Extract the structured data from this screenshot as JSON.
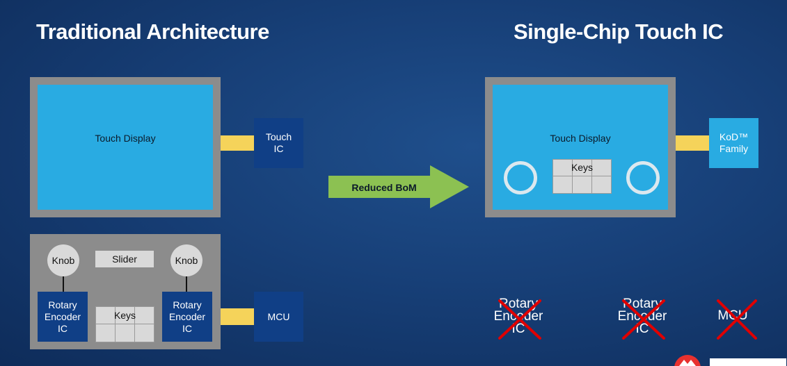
{
  "titles": {
    "left": "Traditional Architecture",
    "right": "Single-Chip Touch IC"
  },
  "traditional": {
    "touch_display": "Touch Display",
    "touch_ic_line1": "Touch",
    "touch_ic_line2": "IC",
    "knob_left": "Knob",
    "knob_right": "Knob",
    "slider": "Slider",
    "keys": "Keys",
    "encoder_left": [
      "Rotary",
      "Encoder",
      "IC"
    ],
    "encoder_right": [
      "Rotary",
      "Encoder",
      "IC"
    ],
    "mcu": "MCU"
  },
  "arrow": {
    "label": "Reduced BoM"
  },
  "single_chip": {
    "touch_display": "Touch Display",
    "keys": "Keys",
    "kod_line1": "KoD™",
    "kod_line2": "Family"
  },
  "removed": {
    "encoder_a": [
      "Rotary",
      "Encoder",
      "IC"
    ],
    "encoder_b": [
      "Rotary",
      "Encoder",
      "IC"
    ],
    "mcu": "MCU"
  },
  "colors": {
    "background": "#173f77",
    "screen": "#29abe2",
    "frame": "#8c8c8c",
    "chip_dark": "#103f86",
    "connector": "#f5d35a",
    "arrow": "#8cc152",
    "cross": "#e00000",
    "logo": "#e8312f"
  },
  "icons": [
    "x-mark-icon",
    "arrow-right-icon",
    "microchip-logo-icon"
  ]
}
